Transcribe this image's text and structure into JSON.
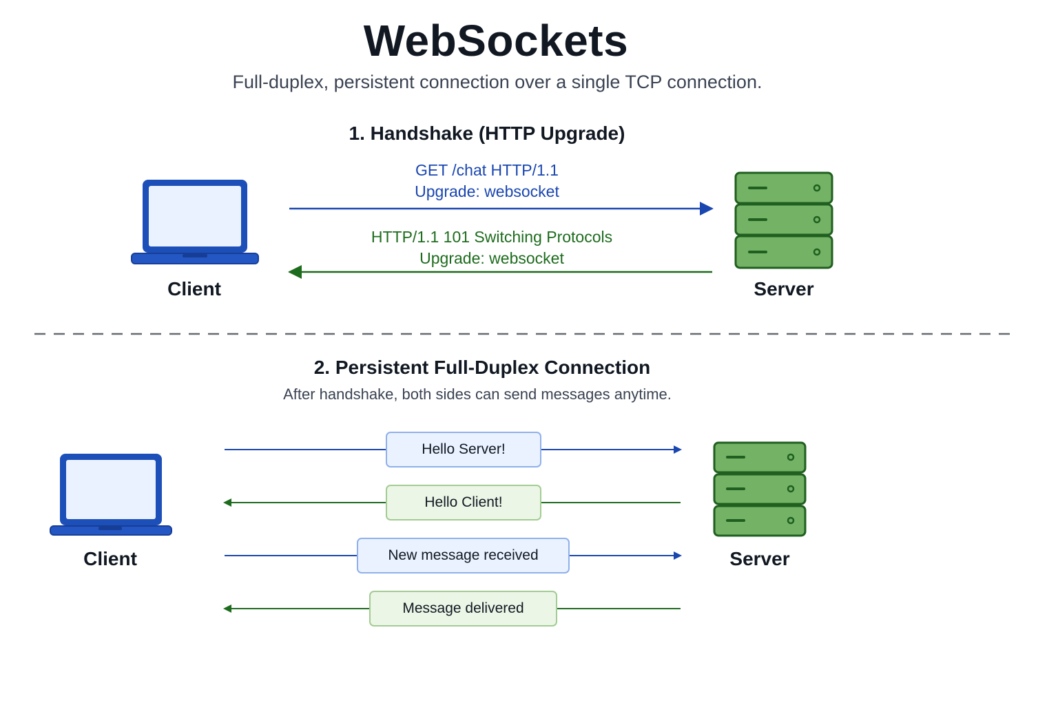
{
  "title": "WebSockets",
  "subtitle": "Full-duplex, persistent connection over a single TCP connection.",
  "colors": {
    "client_blue": "#1a46b0",
    "server_green": "#1d6b1d",
    "server_fill": "#74b266"
  },
  "handshake": {
    "heading": "1. Handshake (HTTP Upgrade)",
    "request": {
      "line1": "GET /chat HTTP/1.1",
      "line2": "Upgrade: websocket",
      "direction": "client-to-server"
    },
    "response": {
      "line1": "HTTP/1.1 101 Switching Protocols",
      "line2": "Upgrade: websocket",
      "direction": "server-to-client"
    },
    "client_label": "Client",
    "server_label": "Server",
    "client_icon": "laptop-icon",
    "server_icon": "server-rack-icon"
  },
  "persistent": {
    "heading": "2. Persistent Full-Duplex Connection",
    "subheading": "After handshake, both sides can send messages anytime.",
    "client_label": "Client",
    "server_label": "Server",
    "messages": [
      {
        "text": "Hello Server!",
        "direction": "client-to-server"
      },
      {
        "text": "Hello Client!",
        "direction": "server-to-client"
      },
      {
        "text": "New message received",
        "direction": "client-to-server"
      },
      {
        "text": "Message delivered",
        "direction": "server-to-client"
      }
    ]
  }
}
